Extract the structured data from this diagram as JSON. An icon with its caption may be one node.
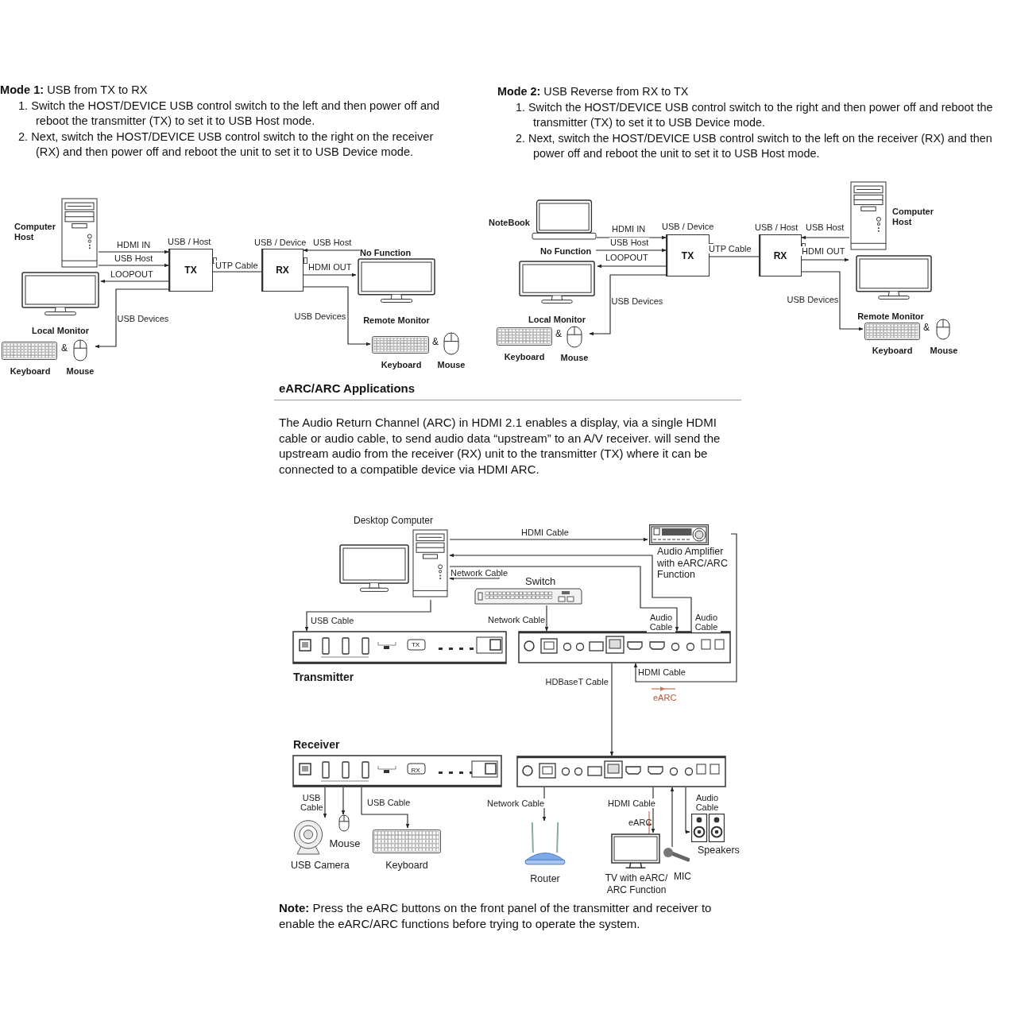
{
  "diagram": {
    "nodes": [
      {
        "text": [
          "Computer Host"
        ]
      },
      {
        "text": [
          "TX"
        ],
        "beside": [
          "USB / Host"
        ]
      },
      {
        "text": [
          "RX"
        ],
        "beside": [
          "USB / Device"
        ]
      },
      {
        "text": [
          "Local Monitor"
        ]
      },
      {
        "text": [
          "Keyboard"
        ]
      },
      {
        "text": [
          "Mouse"
        ]
      },
      {
        "text": [
          "Remote Monitor"
        ]
      },
      {
        "text": [
          "No Function"
        ]
      },
      {
        "text": [
          "Keyboard"
        ]
      },
      {
        "text": [
          "Mouse"
        ]
      },
      {
        "text": [
          "NoteBook"
        ]
      },
      {
        "text": [
          "No Function"
        ]
      },
      {
        "text": [
          "TX"
        ],
        "beside": [
          "USB / Device"
        ]
      },
      {
        "text": [
          "RX"
        ],
        "beside": [
          "USB / Host"
        ]
      },
      {
        "text": [
          "Computer Host"
        ]
      },
      {
        "text": [
          "Local Monitor"
        ]
      },
      {
        "text": [
          "Keyboard"
        ]
      },
      {
        "text": [
          "Mouse"
        ]
      },
      {
        "text": [
          "Remote Monitor"
        ]
      },
      {
        "text": [
          "Keyboard"
        ]
      },
      {
        "text": [
          "Mouse"
        ]
      },
      {
        "text": [
          "Desktop Computer"
        ]
      },
      {
        "text": [
          "Audio Amplifier with eARC/ARC Function"
        ]
      },
      {
        "text": [
          "Switch"
        ]
      },
      {
        "text": [
          "Transmitter"
        ]
      },
      {
        "text": [],
        "shape": "picture"
      },
      {
        "text": [
          "Receiver"
        ]
      },
      {
        "text": [],
        "shape": "picture"
      },
      {
        "text": [
          "USB Camera"
        ]
      },
      {
        "text": [
          "Mouse"
        ]
      },
      {
        "text": [
          "Keyboard"
        ]
      },
      {
        "text": [
          "Router"
        ]
      },
      {
        "text": [
          "TV with eARC/ ARC Function"
        ]
      },
      {
        "text": [
          "MIC"
        ]
      },
      {
        "text": [
          "Speakers"
        ]
      }
    ],
    "edges": [
      {
        "from": 0,
        "to": 1,
        "arrow": "to",
        "label": "HDMI IN"
      },
      {
        "from": 0,
        "to": 1,
        "arrow": "to",
        "label": "USB Host"
      },
      {
        "from": 1,
        "to": 3,
        "arrow": "to",
        "label": "LOOPOUT"
      },
      {
        "from": 1,
        "to": 2,
        "arrow": "none",
        "label": "UTP Cable"
      },
      {
        "from": 7,
        "to": 2,
        "arrow": "to",
        "label": "USB Host"
      },
      {
        "from": 2,
        "to": 6,
        "arrow": "to",
        "label": "HDMI OUT"
      },
      {
        "from": 1,
        "to": 5,
        "arrow": "to",
        "label": "USB Devices"
      },
      {
        "from": 2,
        "to": 8,
        "arrow": "to",
        "label": "USB Devices"
      },
      {
        "from": 10,
        "to": 12,
        "arrow": "to",
        "label": "HDMI IN"
      },
      {
        "from": 11,
        "to": 12,
        "arrow": "to",
        "label": "USB Host"
      },
      {
        "from": 12,
        "to": 15,
        "arrow": "to",
        "label": "LOOPOUT"
      },
      {
        "from": 12,
        "to": 13,
        "arrow": "none",
        "label": "UTP Cable"
      },
      {
        "from": 14,
        "to": 13,
        "arrow": "to",
        "label": "USB Host"
      },
      {
        "from": 13,
        "to": 18,
        "arrow": "to",
        "label": "HDMI OUT"
      },
      {
        "from": 12,
        "to": 17,
        "arrow": "to",
        "label": "USB Devices"
      },
      {
        "from": 13,
        "to": 19,
        "arrow": "to",
        "label": "USB Devices"
      },
      {
        "from": 21,
        "to": 22,
        "arrow": "to",
        "label": "HDMI Cable"
      },
      {
        "from": 21,
        "to": 25,
        "arrow": "to",
        "label": "Audio Cable"
      },
      {
        "from": 25,
        "to": 21,
        "arrow": "to",
        "label": "Audio Cable"
      },
      {
        "from": 23,
        "to": 21,
        "arrow": "to",
        "label": "Network Cable"
      },
      {
        "from": 23,
        "to": 25,
        "arrow": "to",
        "label": "Network Cable"
      },
      {
        "from": 21,
        "to": 24,
        "arrow": "to",
        "label": "USB Cable"
      },
      {
        "from": 22,
        "to": 25,
        "arrow": "to",
        "label": "HDMI Cable"
      },
      {
        "from": 25,
        "to": 27,
        "arrow": "to",
        "label": "HDBaseT Cable"
      },
      {
        "from": 26,
        "to": 28,
        "arrow": "to",
        "label": "USB Cable"
      },
      {
        "from": 26,
        "to": 29,
        "arrow": "to"
      },
      {
        "from": 26,
        "to": 30,
        "arrow": "to",
        "label": "USB Cable"
      },
      {
        "from": 27,
        "to": 31,
        "arrow": "to",
        "label": "Network Cable"
      },
      {
        "from": 27,
        "to": 32,
        "arrow": "to",
        "label": "HDMI Cable"
      },
      {
        "from": 33,
        "to": 27,
        "arrow": "to"
      },
      {
        "from": 27,
        "to": 34,
        "arrow": "to",
        "label": "Audio Cable"
      }
    ],
    "labels": [
      "**Mode 1:** USB from TX to RX",
      "1. Switch the HOST/DEVICE USB control switch to the left and then power off and reboot the transmitter (TX) to set it to USB Host mode.",
      "2. Next, switch the HOST/DEVICE USB control switch to the right on the receiver (RX) and then power off and reboot the unit to set it to USB Device mode.",
      "**Mode 2:** USB Reverse from RX to TX",
      "1. Switch the HOST/DEVICE USB control switch to the right and then power off and reboot the transmitter (TX) to set it to USB Device mode.",
      "2. Next, switch the HOST/DEVICE USB control switch to the left on the receiver (RX) and then power off and reboot the unit to set it to USB Host mode.",
      "&",
      "&",
      "&",
      "&",
      "eARC/ARC Applications",
      "The Audio Return Channel (ARC) in HDMI 2.1 enables a display, via a single HDMI cable or audio cable, to send audio data “upstream” to an A/V receiver. will send the upstream audio from the receiver (RX) unit to the transmitter (TX) where it can be connected to a compatible device via HDMI ARC.",
      "TX",
      "eARC",
      "RX",
      "eARC",
      "**Note:** Press the eARC buttons on the front panel of the transmitter and receiver to enable the eARC/ARC functions before trying to operate the system."
    ]
  }
}
